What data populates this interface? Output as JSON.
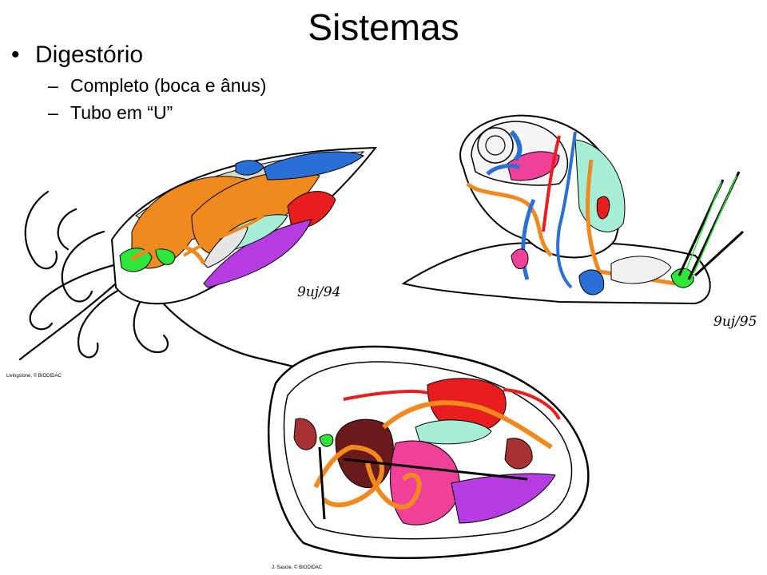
{
  "slide": {
    "title": "Sistemas",
    "bullet_glyph": "•",
    "bullet": "Digestório",
    "sub_glyph": "–",
    "subs": [
      "Completo (boca e ânus)",
      "Tubo em “U”"
    ]
  },
  "figures": {
    "squid": {
      "credit": "Livingstone, © BIODIDAC",
      "signature": "9uj/94"
    },
    "snail": {
      "signature": "9uj/95"
    },
    "clam": {
      "credit": "J. Saucie, © BIODIDAC"
    }
  },
  "colors": {
    "digestive": "#f08a1e",
    "nervous": "#2fe63a",
    "circulatory_red": "#e81e1e",
    "circulatory_blue": "#2a6fd6",
    "gill_purple": "#b43ce0",
    "gland_mint": "#a6efd6",
    "gonad_pink": "#f0409a",
    "gland_maroon": "#a83232"
  }
}
